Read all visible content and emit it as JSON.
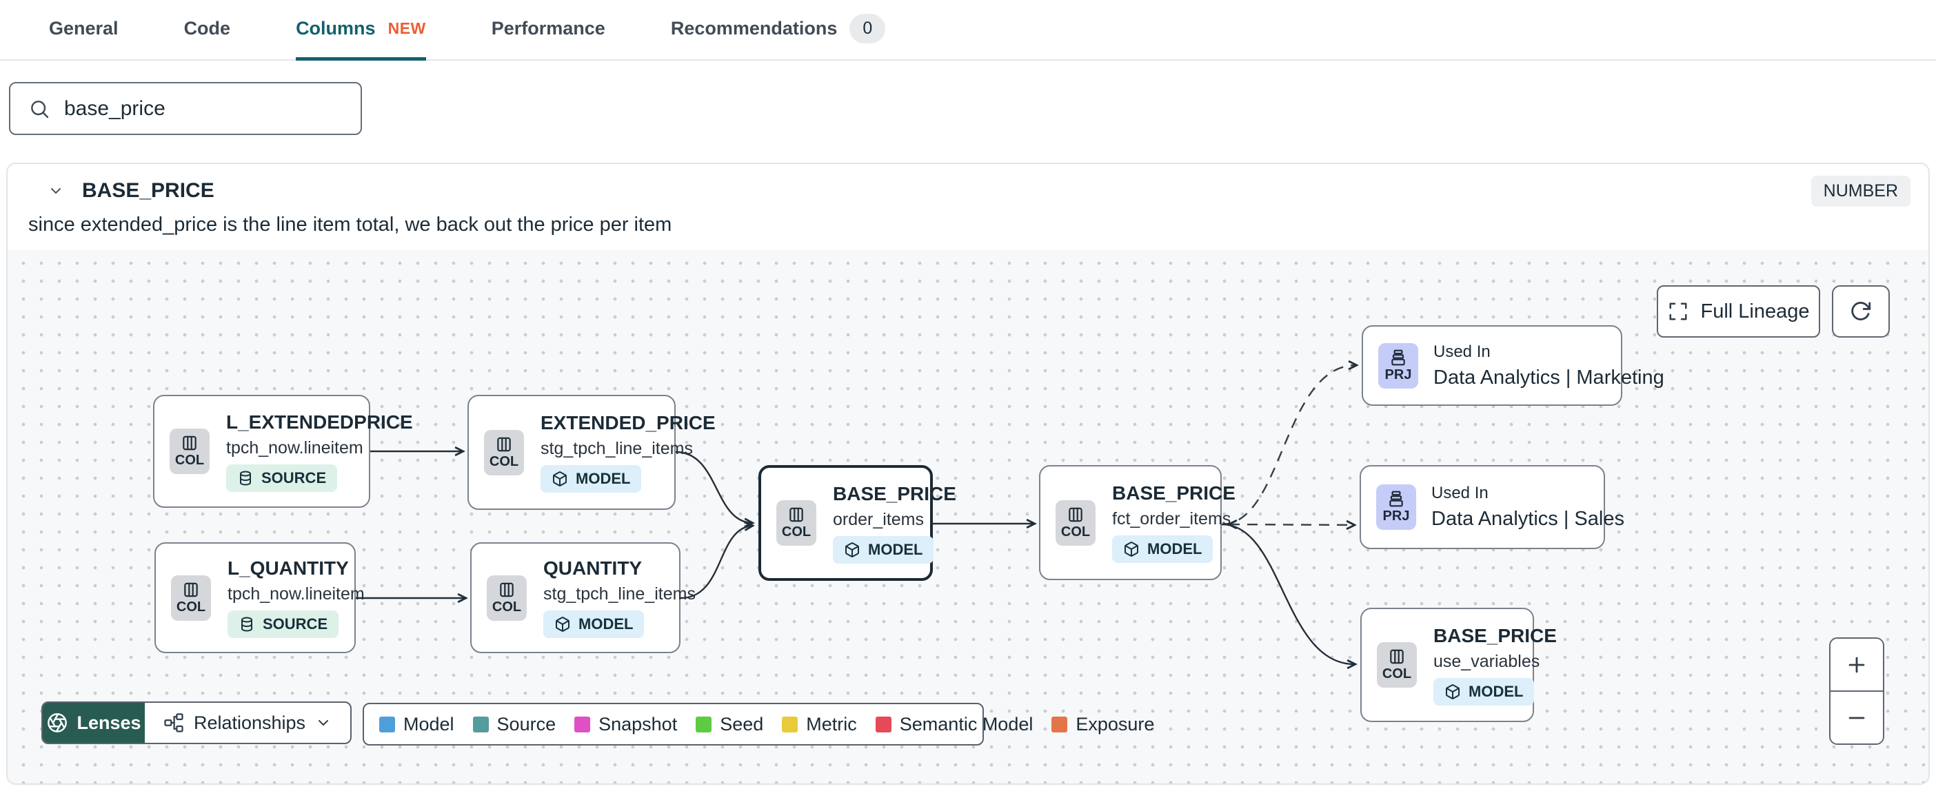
{
  "tabs": {
    "items": [
      {
        "label": "General"
      },
      {
        "label": "Code"
      },
      {
        "label": "Columns",
        "badge": "NEW",
        "active": true
      },
      {
        "label": "Performance"
      },
      {
        "label": "Recommendations",
        "count": "0"
      }
    ]
  },
  "search": {
    "value": "base_price"
  },
  "column": {
    "name": "BASE_PRICE",
    "type": "NUMBER",
    "description": "since extended_price is the line item total, we back out the price per item"
  },
  "lineage": {
    "controls": {
      "full_lineage_label": "Full Lineage",
      "lenses_label": "Lenses",
      "relationships_label": "Relationships",
      "zoom_in": "+",
      "zoom_out": "−"
    },
    "nodes": [
      {
        "chip": "COL",
        "title": "L_EXTENDEDPRICE",
        "subtitle": "tpch_now.lineitem",
        "badge": "SOURCE",
        "badge_type": "source"
      },
      {
        "chip": "COL",
        "title": "EXTENDED_PRICE",
        "subtitle": "stg_tpch_line_items",
        "badge": "MODEL",
        "badge_type": "model"
      },
      {
        "chip": "COL",
        "title": "L_QUANTITY",
        "subtitle": "tpch_now.lineitem",
        "badge": "SOURCE",
        "badge_type": "source"
      },
      {
        "chip": "COL",
        "title": "QUANTITY",
        "subtitle": "stg_tpch_line_items",
        "badge": "MODEL",
        "badge_type": "model"
      },
      {
        "chip": "COL",
        "title": "BASE_PRICE",
        "subtitle": "order_items",
        "badge": "MODEL",
        "badge_type": "model",
        "selected": true
      },
      {
        "chip": "COL",
        "title": "BASE_PRICE",
        "subtitle": "fct_order_items",
        "badge": "MODEL",
        "badge_type": "model"
      },
      {
        "chip": "PRJ",
        "label": "Used In",
        "title": "Data Analytics | Marketing"
      },
      {
        "chip": "PRJ",
        "label": "Used In",
        "title": "Data Analytics | Sales"
      },
      {
        "chip": "COL",
        "title": "BASE_PRICE",
        "subtitle": "use_variables",
        "badge": "MODEL",
        "badge_type": "model"
      }
    ],
    "edges": [
      {
        "from": "L_EXTENDEDPRICE (tpch_now.lineitem)",
        "to": "EXTENDED_PRICE (stg_tpch_line_items)",
        "style": "solid"
      },
      {
        "from": "L_QUANTITY (tpch_now.lineitem)",
        "to": "QUANTITY (stg_tpch_line_items)",
        "style": "solid"
      },
      {
        "from": "EXTENDED_PRICE (stg_tpch_line_items)",
        "to": "BASE_PRICE (order_items)",
        "style": "solid"
      },
      {
        "from": "QUANTITY (stg_tpch_line_items)",
        "to": "BASE_PRICE (order_items)",
        "style": "solid"
      },
      {
        "from": "BASE_PRICE (order_items)",
        "to": "BASE_PRICE (fct_order_items)",
        "style": "solid"
      },
      {
        "from": "BASE_PRICE (fct_order_items)",
        "to": "Used In Data Analytics | Marketing",
        "style": "dashed"
      },
      {
        "from": "BASE_PRICE (fct_order_items)",
        "to": "Used In Data Analytics | Sales",
        "style": "dashed"
      },
      {
        "from": "BASE_PRICE (fct_order_items)",
        "to": "BASE_PRICE (use_variables)",
        "style": "solid"
      }
    ],
    "legend": {
      "items": [
        {
          "label": "Model",
          "color": "#4d9fdc"
        },
        {
          "label": "Source",
          "color": "#569c9c"
        },
        {
          "label": "Snapshot",
          "color": "#e050c4"
        },
        {
          "label": "Seed",
          "color": "#5ecb43"
        },
        {
          "label": "Metric",
          "color": "#e9cb3a"
        },
        {
          "label": "Semantic Model",
          "color": "#e6495a"
        },
        {
          "label": "Exposure",
          "color": "#e2764a"
        }
      ]
    }
  },
  "icons": {
    "search": "magnifier",
    "collapse": "chevron-down",
    "column_chip": "table-columns",
    "project_chip": "stacked-trays",
    "source_badge": "database-cylinder",
    "model_badge": "cube",
    "full_lineage": "expand-brackets",
    "refresh": "circular-arrow",
    "lenses": "aperture",
    "relationships": "hierarchy-nodes",
    "zoom_in": "plus",
    "zoom_out": "minus"
  },
  "colors": {
    "accent_teal": "#12616c",
    "new_badge_orange": "#ed5c33",
    "lenses_green": "#285c52",
    "selected_node_border": "#1c2b36"
  }
}
